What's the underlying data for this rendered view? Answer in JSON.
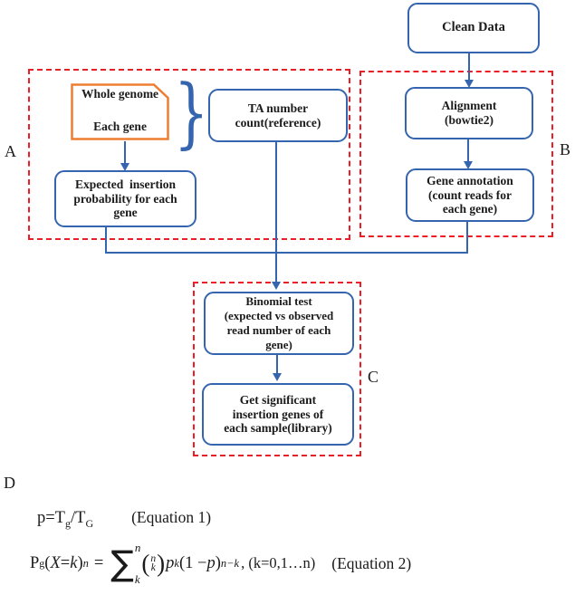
{
  "figure": {
    "section_labels": {
      "a": "A",
      "b": "B",
      "c": "C",
      "d": "D"
    },
    "colors": {
      "box_border_blue": "#3565af",
      "connector_blue": "#3565af",
      "dashed_red": "#ee1c25",
      "note_orange": "#ed7d31",
      "text": "#1b1b1b"
    },
    "boxes": {
      "clean_data": "Clean Data",
      "whole_genome": {
        "line1": "Whole genome",
        "line2": "Each gene"
      },
      "ta_count": "TA number\ncount(reference)",
      "expected": "Expected  insertion\nprobability for each\ngene",
      "alignment": "Alignment\n(bowtie2)",
      "gene_annotation": "Gene annotation\n(count reads for\neach gene)",
      "binomial": "Binomial test\n(expected vs observed\nread number of each\ngene)",
      "significant": "Get significant\ninsertion genes of\neach sample(library)"
    },
    "brace_glyph": "}",
    "equations": {
      "eq1": {
        "t1": "p=T",
        "sub1": "g",
        "t2": "/T",
        "sub2": "G",
        "label": "(Equation 1)"
      },
      "eq2": {
        "P": "P",
        "sub_g": "g",
        "lp": "(",
        "X": "X",
        "rel": " = ",
        "k": "k",
        "rp": ")",
        "sup_n": "n",
        "equals": "=",
        "sigma": "∑",
        "lim_top": "n",
        "lim_bottom": "k",
        "binom_lp": "(",
        "binom_top": "n",
        "binom_bottom": "k",
        "binom_rp": ")",
        "p": "p",
        "sup_k": "k",
        "factor_open": "(1 − ",
        "factor_p": "p",
        "factor_close": ")",
        "sup_nk": "n−k",
        "tail": ", (k=0,1…n)",
        "label": "(Equation 2)"
      }
    }
  }
}
